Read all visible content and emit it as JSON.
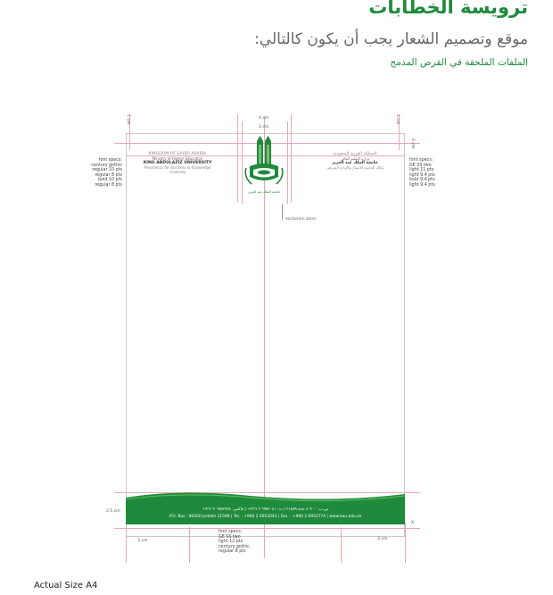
{
  "heading": {
    "title": "ترويسة الخطابات",
    "subtitle": "موقع وتصميم الشعار يجب أن يكون كالتالي:",
    "note": "الملفات الملحقة في القرص المدمج"
  },
  "dimensions": {
    "top_width": "4 cm",
    "logo_width": "3 cm",
    "left_margin_top": "1 cm",
    "right_margin_top": "1 cm",
    "right_side": "2 cm",
    "exclusion_zone": "exclusion zone",
    "bottom_height": "2.5 cm",
    "bottom_left": "3 cm",
    "bottom_right": "3 cm",
    "footer_x": "X"
  },
  "letterhead": {
    "english": {
      "line1": "KINGDOM OF SAUDI ARABIA",
      "line2": "Ministry of Higher Education",
      "line3": "KING ABDULAZIZ UNIVERSITY",
      "line4": "Presidency for Business & Knowledge creativity"
    },
    "arabic": {
      "line1": "المملكة العربية السعودية",
      "line2": "وزارة التعليم العالي",
      "line3": "جامعة الملك عبد العزيز",
      "line4": "وكالة الجامعة للأعمال والإبداع المعرفي"
    },
    "logo_caption": "جامعة الملك عبد العزيز"
  },
  "specs": {
    "left": [
      "font specs:",
      "century gothic",
      "regular 10 pts",
      "regular 8 pts",
      "bold 10 pts",
      "regular 8 pts"
    ],
    "right": [
      "font specs:",
      "GE SS two",
      "light 11 pts",
      "light 9.4 pts",
      "bold 9.4 pts",
      "light 9.4 pts"
    ],
    "bottom": [
      "font specs:",
      "GE SS two",
      "light 12 pts",
      "century gothic",
      "regular 8 pts"
    ]
  },
  "footer": {
    "arabic_line": "ص.ب: ٨٠٢٠٠ جدة ٢١٥٨٩ | ت: ٦٩٥٢٠٤١ ٢ ٩٦٦+ | فاكس: ٦٩٥٢٧٧٤ ٢ ٩٦٦+",
    "english_line": "P.O. Box : 80200 Jeddah 21589 | Tel. : +966 2 6952041 | Fax. : +966 2 6952774 | www.kau.edu.sa"
  },
  "caption": "Actual Size A4",
  "colors": {
    "brand_green": "#1f8a3c",
    "guide_pink": "#e8a9b1"
  }
}
